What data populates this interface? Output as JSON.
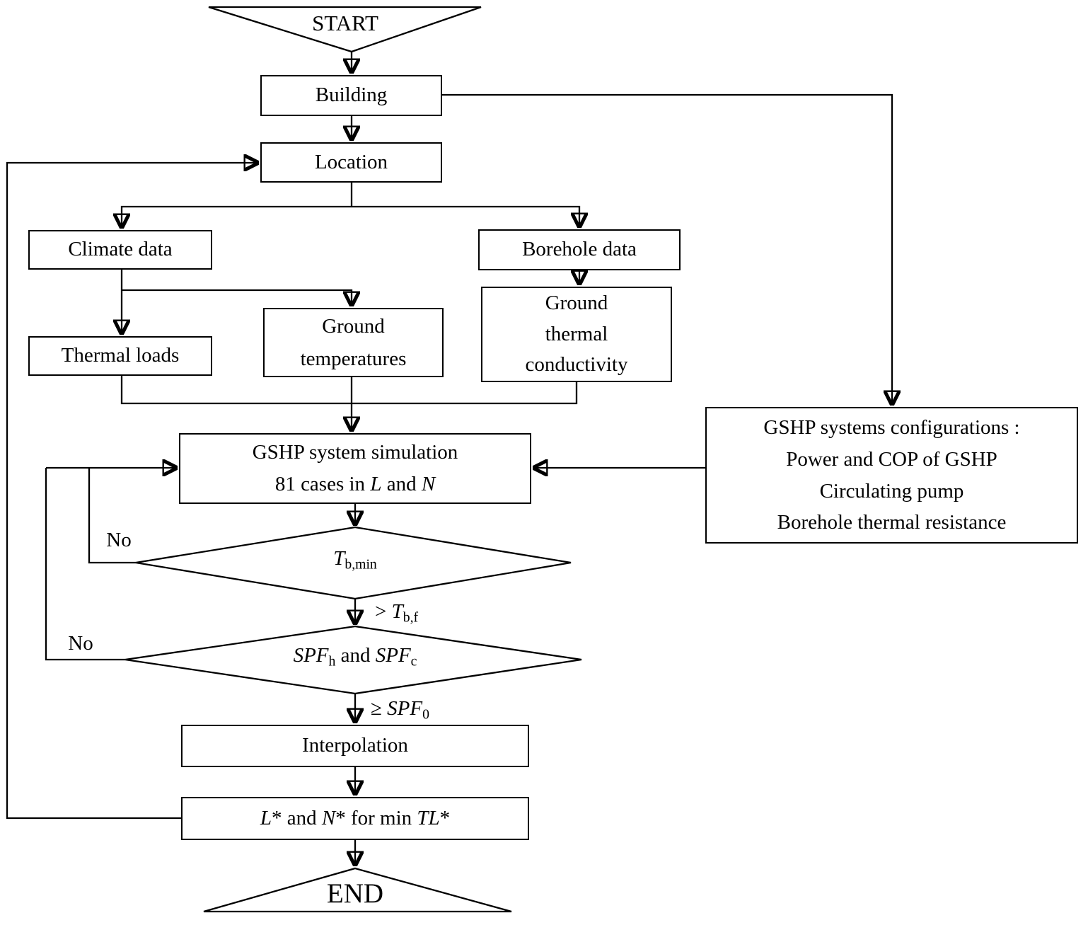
{
  "colors": {
    "ink": "#000000",
    "paper": "#ffffff"
  },
  "nodes": {
    "start": {
      "label": "START"
    },
    "building": {
      "label": "Building"
    },
    "location": {
      "label": "Location"
    },
    "climate_data": {
      "label": "Climate data"
    },
    "borehole_data": {
      "label": "Borehole data"
    },
    "thermal_loads": {
      "label": "Thermal loads"
    },
    "ground_temperatures": {
      "label": "Ground\ntemperatures"
    },
    "ground_thermal_conductivity": {
      "label": "Ground\nthermal\nconductivity"
    },
    "gshp_configurations": {
      "label": "GSHP systems configurations :\nPower and COP of GSHP\nCirculating pump\nBorehole thermal resistance"
    },
    "gshp_simulation": {
      "line1": "GSHP system simulation",
      "line2": [
        {
          "t": "81 cases in "
        },
        {
          "t": "L",
          "i": true
        },
        {
          "t": " and "
        },
        {
          "t": "N",
          "i": true
        }
      ]
    },
    "decision_tb": {
      "label": [
        {
          "t": "T",
          "i": true
        },
        {
          "t": "b,min",
          "sub": true
        }
      ]
    },
    "decision_spf": {
      "label": [
        {
          "t": "SPF",
          "i": true
        },
        {
          "t": "h",
          "sub": true
        },
        {
          "t": " and "
        },
        {
          "t": "SPF",
          "i": true
        },
        {
          "t": "c",
          "sub": true
        }
      ]
    },
    "interpolation": {
      "label": "Interpolation"
    },
    "optimal_result": {
      "label": [
        {
          "t": "L",
          "i": true
        },
        {
          "t": "* and "
        },
        {
          "t": "N",
          "i": true
        },
        {
          "t": "* for min "
        },
        {
          "t": "TL",
          "i": true
        },
        {
          "t": "*"
        }
      ]
    },
    "end": {
      "label": "END"
    }
  },
  "edge_labels": {
    "no_tb": "No",
    "no_spf": "No",
    "tb_condition": [
      {
        "t": "> "
      },
      {
        "t": "T",
        "i": true
      },
      {
        "t": "b,f",
        "sub": true
      }
    ],
    "spf_condition": [
      {
        "t": "≥ "
      },
      {
        "t": "SPF",
        "i": true
      },
      {
        "t": "0",
        "sub": true
      }
    ]
  }
}
